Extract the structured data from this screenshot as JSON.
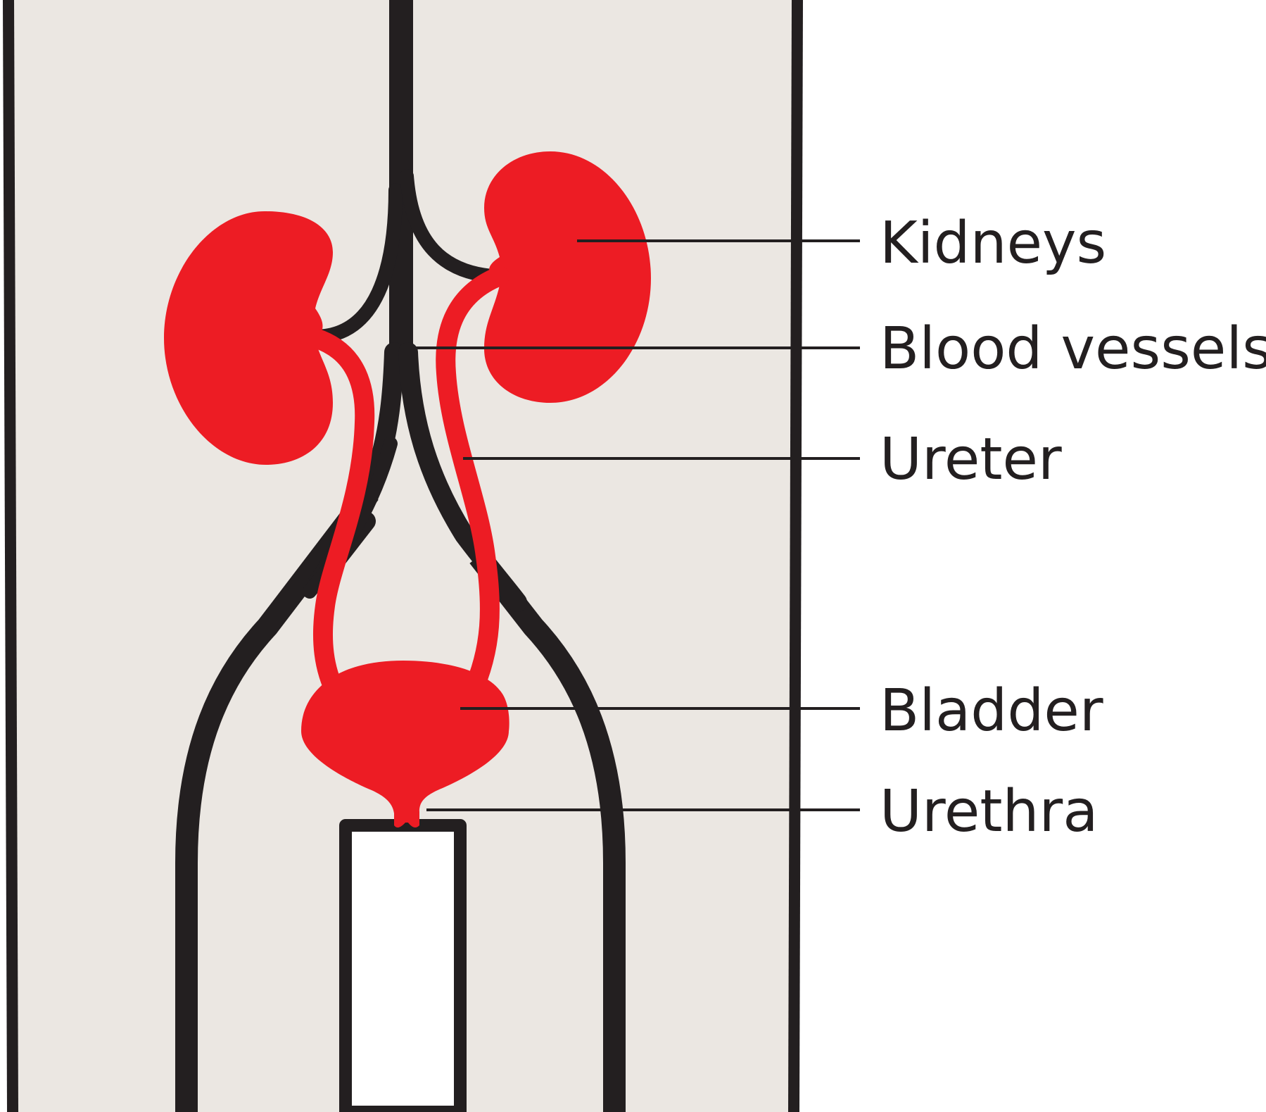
{
  "diagram": {
    "labels": {
      "kidneys": "Kidneys",
      "blood_vessels": "Blood vessels",
      "ureter": "Ureter",
      "bladder": "Bladder",
      "urethra": "Urethra"
    },
    "colors": {
      "body": "#ebe7e2",
      "outline": "#231f20",
      "organ": "#ed1c24",
      "background": "#ffffff"
    }
  }
}
